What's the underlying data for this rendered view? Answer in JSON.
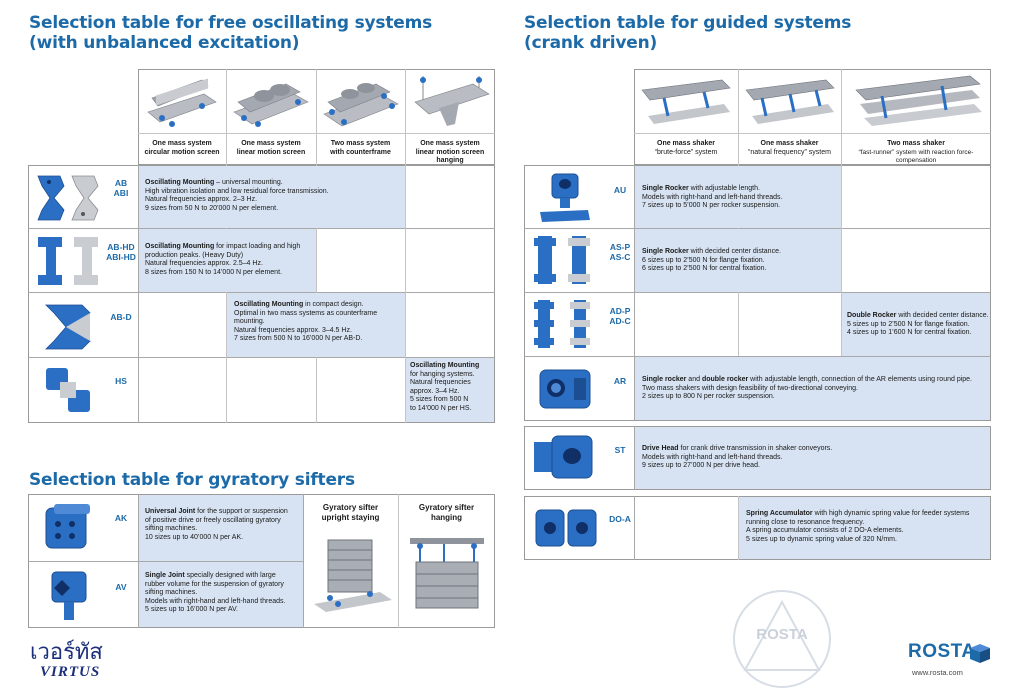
{
  "free": {
    "title1": "Selection table for free oscillating systems",
    "title2": "(with unbalanced excitation)",
    "columns": [
      {
        "l1": "One mass system",
        "l2": "circular motion screen"
      },
      {
        "l1": "One mass system",
        "l2": "linear motion screen"
      },
      {
        "l1": "Two mass system",
        "l2": "with counterframe"
      },
      {
        "l1": "One mass system",
        "l2": "linear motion screen hanging"
      }
    ],
    "rows": [
      {
        "code1": "AB",
        "code2": "ABI",
        "bold": "Oscillating Mounting",
        "rest": " – universal mounting.",
        "lines": [
          "High vibration isolation and low residual force transmission.",
          "Natural frequencies approx. 2–3 Hz.",
          "9 sizes from 50 N to 20’000 N per element."
        ]
      },
      {
        "code1": "AB-HD",
        "code2": "ABI-HD",
        "bold": "Oscillating Mounting",
        "rest": " for impact loading and high",
        "lines": [
          "production peaks. (Heavy Duty)",
          "Natural frequencies approx. 2.5–4 Hz.",
          "8 sizes from 150 N to 14’000 N per element."
        ]
      },
      {
        "code1": "AB-D",
        "code2": "",
        "bold": "Oscillating Mounting",
        "rest": " in compact design.",
        "lines": [
          "Optimal in two mass systems as counterframe",
          "mounting.",
          "Natural frequencies approx. 3–4.5 Hz.",
          "7 sizes from 500 N to 16’000 N per AB-D."
        ]
      },
      {
        "code1": "HS",
        "code2": "",
        "bold": "Oscillating Mounting",
        "rest": "",
        "lines": [
          "for hanging systems.",
          "Natural frequencies",
          "approx. 3–4 Hz.",
          "5 sizes from 500 N",
          "to 14’000 N per HS."
        ]
      }
    ]
  },
  "gyratory": {
    "title": "Selection table for gyratory sifters",
    "col1": {
      "l1": "Gyratory sifter",
      "l2": "upright staying"
    },
    "col2": {
      "l1": "Gyratory sifter",
      "l2": "hanging"
    },
    "rows": [
      {
        "code": "AK",
        "bold": "Universal Joint",
        "rest": " for the support or suspension",
        "lines": [
          "of positive drive or freely oscillating gyratory",
          "sifting machines.",
          "10 sizes up to 40’000 N per AK."
        ]
      },
      {
        "code": "AV",
        "bold": "Single Joint",
        "rest": " specially designed with large",
        "lines": [
          "rubber volume for the suspension of gyratory",
          "sifting machines.",
          "Models with right-hand and left-hand threads.",
          "5 sizes up to 16’000 N per AV."
        ]
      }
    ]
  },
  "guided": {
    "title1": "Selection table for guided systems",
    "title2": "(crank driven)",
    "columns": [
      {
        "l1": "One mass shaker",
        "l2": "“brute-force” system"
      },
      {
        "l1": "One mass shaker",
        "l2": "“natural frequency” system"
      },
      {
        "l1": "Two mass shaker",
        "l2": "“fast-runner” system with reaction force-compensation"
      }
    ],
    "rows": [
      {
        "code1": "AU",
        "code2": "",
        "bold": "Single Rocker",
        "rest": " with adjustable length.",
        "lines": [
          "Models with right-hand and left-hand threads.",
          "7 sizes up to 5’000 N per rocker suspension."
        ]
      },
      {
        "code1": "AS-P",
        "code2": "AS-C",
        "bold": "Single Rocker",
        "rest": " with decided center distance.",
        "lines": [
          "6 sizes up to 2’500 N for flange fixation.",
          "6 sizes up to 2’500 N for central fixation."
        ]
      },
      {
        "code1": "AD-P",
        "code2": "AD-C",
        "bold": "Double Rocker",
        "rest": " with decided center distance.",
        "lines": [
          "5 sizes up to 2’500 N for flange fixation.",
          "4 sizes up to 1’600 N for central fixation."
        ]
      },
      {
        "code1": "AR",
        "code2": "",
        "bold": "Single rocker",
        "mid": " and ",
        "bold2": "double rocker",
        "rest": " with adjustable length, connection of the AR elements using round pipe.",
        "lines": [
          "Two mass shakers with design feasibility of two-directional conveying.",
          "2 sizes up to 800 N per rocker suspension."
        ]
      }
    ],
    "st": {
      "code": "ST",
      "bold": "Drive Head",
      "rest": " for crank drive transmission in shaker conveyors.",
      "lines": [
        "Models with right-hand and left-hand threads.",
        "9 sizes up to 27’000 N per drive head."
      ]
    },
    "doa": {
      "code": "DO-A",
      "bold": "Spring Accumulator",
      "rest": " with high dynamic spring value for feeder systems",
      "lines": [
        "running close to resonance frequency.",
        "A spring accumulator consists of 2 DO-A elements.",
        "5 sizes up to dynamic spring value of 320 N/mm."
      ]
    }
  },
  "footer": {
    "virtus_thai": "เวอร์ทัส",
    "virtus": "VIRTUS",
    "rosta_seal": "ROSTA",
    "rosta_logo": "ROSTA",
    "url": "www.rosta.com"
  },
  "colors": {
    "blue": "#1d6aa8",
    "highlight": "#d7e3f2",
    "part": "#2b6fc4",
    "navy": "#1c2f7a"
  }
}
